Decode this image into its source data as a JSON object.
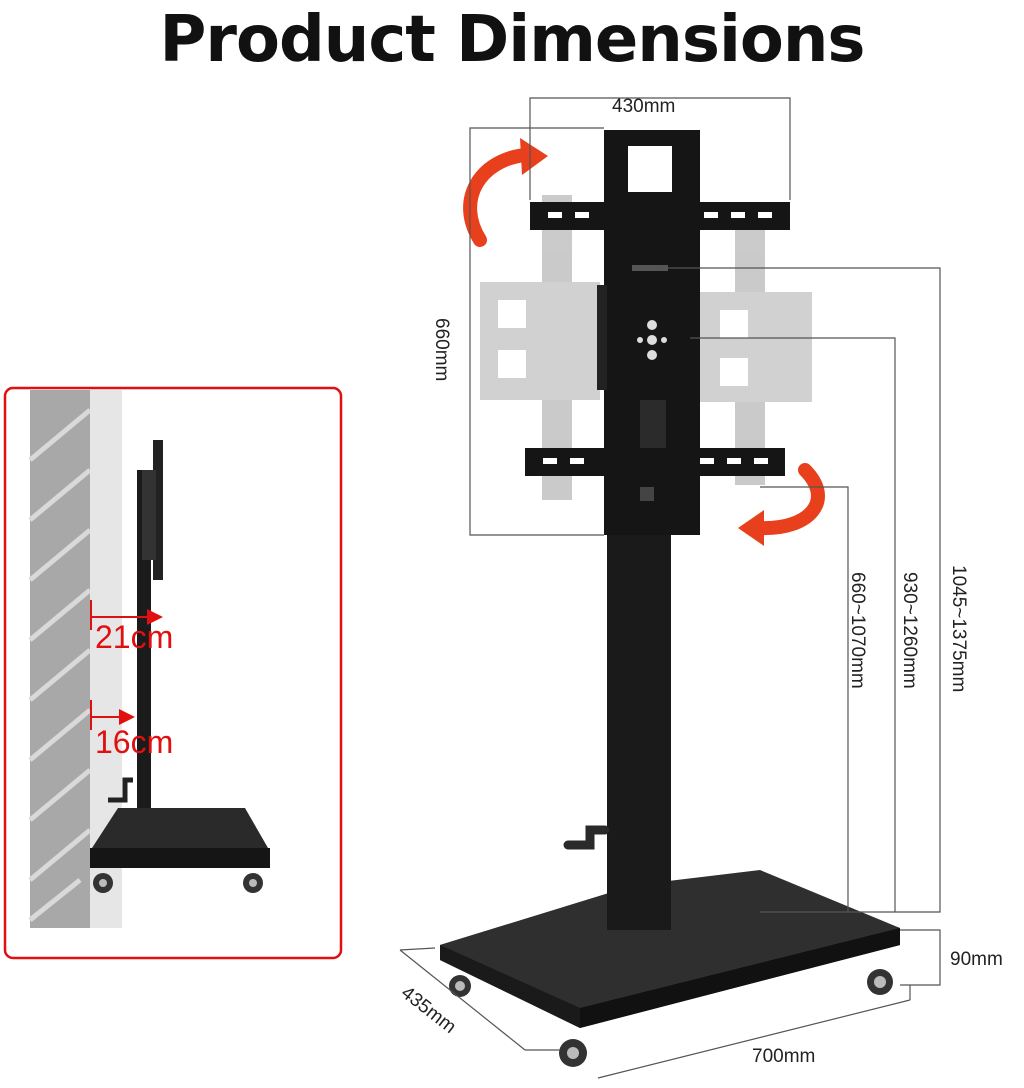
{
  "title": "Product Dimensions",
  "dimensions": {
    "width_top": "430mm",
    "height_plate": "660mm",
    "height_total": "1045~1375mm",
    "height_mid": "930~1260mm",
    "height_low": "660~1070mm",
    "base_height": "90mm",
    "base_depth": "435mm",
    "base_width": "700mm"
  },
  "inset": {
    "gap_top": "21cm",
    "gap_bottom": "16cm",
    "accent_color": "#e01010"
  },
  "icons": [
    "rotate-arrow-icon"
  ]
}
